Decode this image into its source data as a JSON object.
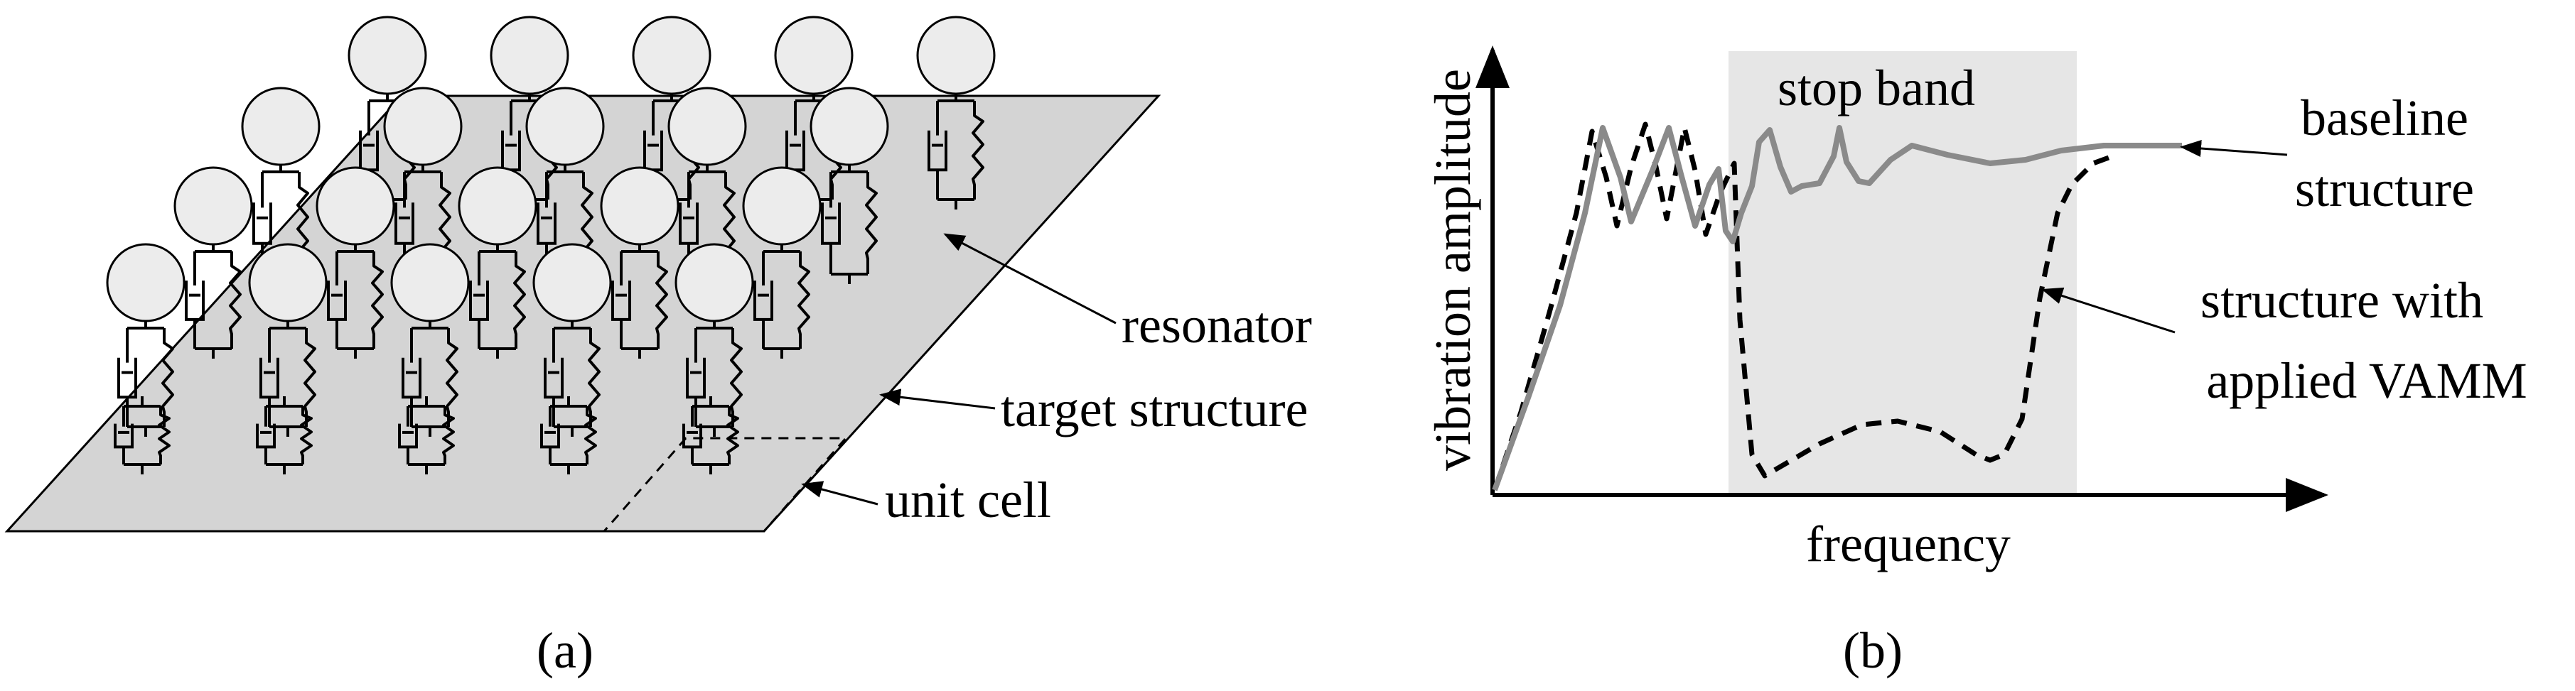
{
  "panel_a": {
    "caption": "(a)",
    "labels": {
      "resonator": "resonator",
      "target_structure": "target structure",
      "unit_cell": "unit cell"
    },
    "rows": [
      {
        "count": 5
      },
      {
        "count": 5
      },
      {
        "count": 5
      },
      {
        "count": 5
      }
    ],
    "colors": {
      "plate": "#d4d4d4",
      "mass": "#ececec",
      "stroke": "#000000"
    }
  },
  "panel_b": {
    "caption": "(b)",
    "xlabel": "frequency",
    "ylabel": "vibration amplitude",
    "stop_band_label": "stop band",
    "baseline_label_line1": "baseline",
    "baseline_label_line2": "structure",
    "vamm_label_line1": "structure with",
    "vamm_label_line2": "applied VAMM",
    "colors": {
      "band": "#e6e6e6",
      "baseline": "#8a8a8a",
      "vamm": "#000000"
    }
  }
}
